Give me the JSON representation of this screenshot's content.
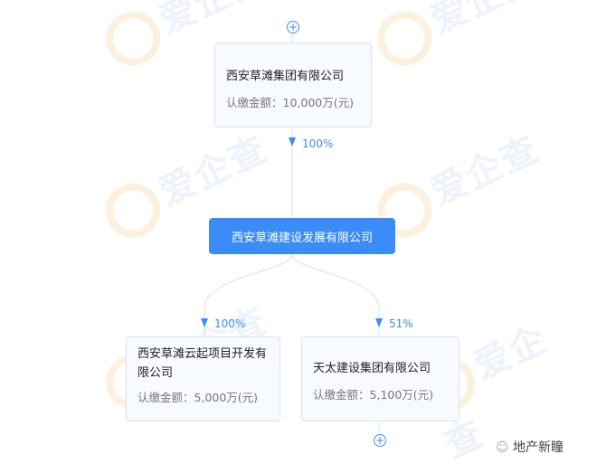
{
  "parent": {
    "name": "西安草滩集团有限公司",
    "amount_label": "认缴金额：",
    "amount": "10,000万(元)",
    "percent": "100%"
  },
  "center": {
    "name": "西安草滩建设发展有限公司"
  },
  "children": [
    {
      "name": "西安草滩云起项目开发有限公司",
      "amount_label": "认缴金额：",
      "amount": "5,000万(元)",
      "percent": "100%"
    },
    {
      "name": "天太建设集团有限公司",
      "amount_label": "认缴金额：",
      "amount": "5,100万(元)",
      "percent": "51%"
    }
  ],
  "watermark": "爱企查",
  "footer": {
    "source": "地产新瞳"
  },
  "colors": {
    "accent": "#3b8cf6",
    "line": "#d6e3f5"
  }
}
